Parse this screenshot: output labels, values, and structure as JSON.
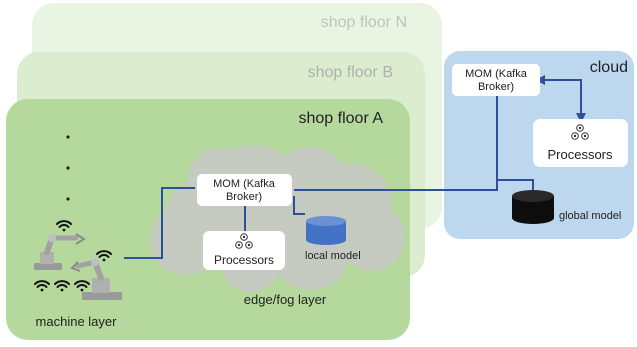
{
  "shop_floors": {
    "n": "shop floor N",
    "b": "shop floor B",
    "a": "shop floor A"
  },
  "cloud": {
    "title": "cloud",
    "mom_line1": "MOM (Kafka",
    "mom_line2": "Broker)",
    "processors": "Processors",
    "db_label": "global model"
  },
  "edge": {
    "mom_line1": "MOM (Kafka",
    "mom_line2": "Broker)",
    "processors": "Processors",
    "db_label": "local model",
    "layer_label": "edge/fog layer"
  },
  "machine_layer": {
    "label": "machine layer"
  },
  "colors": {
    "floor_green": "#b5d99c",
    "floor_green_faded": "#e4f1db",
    "cloud_blue": "#bdd7ee",
    "fog_gray": "#c9cdc5",
    "link_blue": "#2e4f99",
    "local_db_blue": "#4472c4",
    "global_db_black": "#0d0d0d"
  },
  "icons": [
    "gear-cluster-icon",
    "wifi-icon",
    "robot-arm-icon",
    "database-icon"
  ]
}
